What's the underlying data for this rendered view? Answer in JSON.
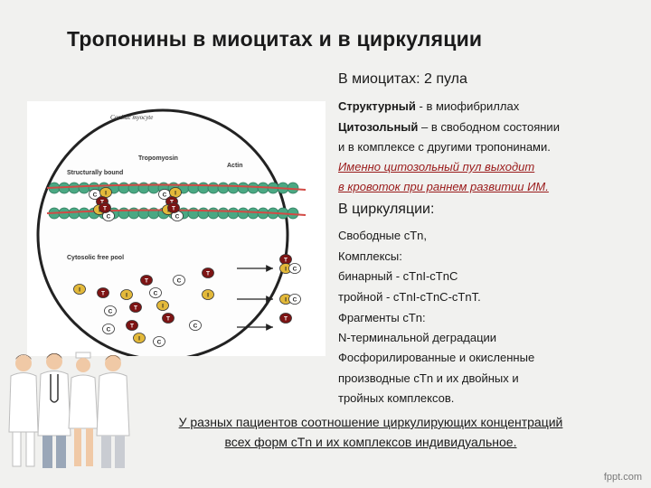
{
  "title": "Тропонины в миоцитах и в циркуляции",
  "figure": {
    "cardiac_myocyte": "Cardiac myocyte",
    "tropomyosin": "Tropomyosin",
    "actin": "Actin",
    "structurally_bound": "Structurally bound",
    "cytosolic_free_pool": "Cytosolic free pool",
    "glyph_t": "T",
    "glyph_i": "I",
    "glyph_c": "C"
  },
  "text": {
    "myocytes_heading": "В миоцитах:  2 пула",
    "structural_term": "Структурный",
    "structural_rest": " -  в миофибриллах",
    "cytosolic_term": "Цитозольный",
    "cytosolic_rest": " – в свободном состоянии",
    "cytosolic_line2": "и в комплексе с другими тропонинами.",
    "note_line1": "Именно цитозольный пул выходит",
    "note_line2": "в кровоток при раннем развитии ИМ.",
    "circulation_heading": "В циркуляции:",
    "free_ctn": "Свободные сTn,",
    "complexes": "Комплексы:",
    "binary": "бинарный  - сTnI-сTnC",
    "ternary": "тройной -     сTnI-сTnC-сTnT.",
    "fragments": "Фрагменты сTn:",
    "nterminal": "N-терминальной деградации",
    "phospho1": "Фосфорилированные и окисленные",
    "phospho2": "производные сTn и их двойных и",
    "phospho3": "тройных комплексов."
  },
  "footer": {
    "line1": "У разных пациентов соотношение циркулирующих концентраций",
    "line2": "всех форм сTn и их комплексов индивидуальное."
  },
  "watermark": "fppt.com",
  "colors": {
    "actin_bead": "#4aa883",
    "tropomyosin": "#d24a45",
    "troponin_t": "#7d1414",
    "troponin_i": "#e3b93a",
    "troponin_c": "#ffffff",
    "note_text": "#9a1b1b"
  }
}
